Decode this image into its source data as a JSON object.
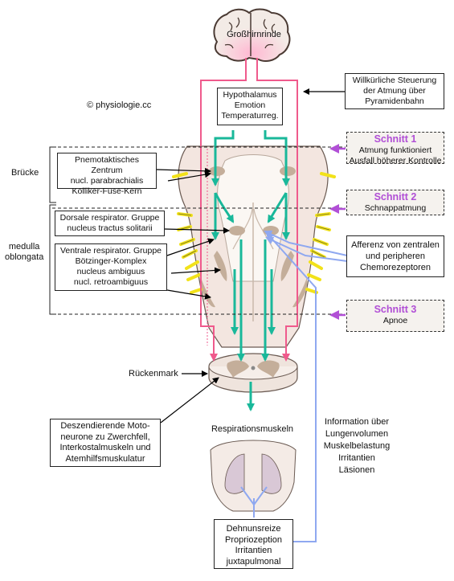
{
  "labels": {
    "cortex": "Großhirnrinde",
    "copyright": "© physiologie.cc",
    "bruecke": "Brücke",
    "medulla": [
      "medulla",
      "oblongata"
    ],
    "rueckenmark": "Rückenmark",
    "respirationsmuskeln": "Respirationsmuskeln"
  },
  "boxes": {
    "hypothalamus": [
      "Hypothalamus",
      "Emotion",
      "Temperaturreg."
    ],
    "willkuerlich": [
      "Willkürliche Steuerung",
      "der Atmung über",
      "Pyramidenbahn"
    ],
    "pneumotaktisch": [
      "Pnemotaktisches Zentrum",
      "nucl. parabrachialis",
      "Kölliker-Fuse-Kern"
    ],
    "dorsal": [
      "Dorsale respirator. Gruppe",
      "nucleus tractus solitarii"
    ],
    "ventral": [
      "Ventrale respirator. Gruppe",
      "Bötzinger-Komplex",
      "nucleus ambiguus",
      "nucl. retroambiguus"
    ],
    "afferenz": [
      "Afferenz von zentralen",
      "und peripheren",
      "Chemorezeptoren"
    ],
    "deszendierend": [
      "Deszendierende Moto-",
      "neurone zu Zwerchfell,",
      "Interkostalmuskeln und",
      "Atemhilfsmuskulatur"
    ],
    "dehnungsreize": [
      "Dehnunsreize",
      "Propriozeption",
      "Irritantien",
      "juxtapulmonal"
    ]
  },
  "information": [
    "Information über",
    "Lungenvolumen",
    "Muskelbelastung",
    "Irritantien",
    "Läsionen"
  ],
  "schnitte": [
    {
      "title": "Schnitt 1",
      "desc": [
        "Atmung funktioniert",
        "Ausfall höherer Kontrolle"
      ]
    },
    {
      "title": "Schnitt 2",
      "desc": [
        "Schnappatmung"
      ]
    },
    {
      "title": "Schnitt 3",
      "desc": [
        "Apnoe"
      ]
    }
  ],
  "colors": {
    "pyramidal": "#ef5a8c",
    "descending": "#19b89a",
    "afferent": "#8fa8f0",
    "schnitt": "#b14fd6",
    "nerve": "#f2e21a",
    "brainstem": "#f3e6e0",
    "nucleus": "#c4ae9a"
  },
  "icons": [
    "brain-icon",
    "lungs-icon",
    "spinal-cord-icon"
  ]
}
